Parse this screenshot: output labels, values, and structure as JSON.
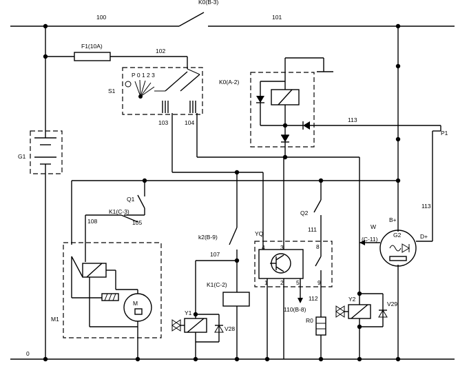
{
  "nets": {
    "n100": "100",
    "n101": "101",
    "n102": "102",
    "n103": "103",
    "n104": "104",
    "n105": "105",
    "n107": "107",
    "n108": "108",
    "n110": "110(B-8)",
    "n111": "111",
    "n112": "112",
    "n113a": "113",
    "n113b": "113",
    "n0": "0"
  },
  "components": {
    "k0_contact": "K0(B-3)",
    "fuse": "F1(10A)",
    "switch_s1": "S1",
    "s1_positions": "P 0 1 2 3",
    "relay_k0": "K0(A-2)",
    "battery": "G1",
    "q1": "Q1",
    "k1_contact": "K1(C-3)",
    "motor": "M1",
    "k2_contact": "k2(B-9)",
    "k1_coil": "K1(C-2)",
    "y1": "Y1",
    "v28": "V28",
    "yq": "YQ",
    "q2": "Q2",
    "r0": "R0",
    "y2": "Y2",
    "v29": "V29",
    "g2": "G2",
    "w": "W",
    "c11": "(C-11)",
    "b_plus": "B+",
    "d_plus": "D+",
    "p1": "P1"
  },
  "yq_pins": {
    "p1": "1",
    "p2": "2",
    "p3": "3",
    "p4": "4",
    "p5": "5",
    "p8": "8",
    "p9": "9"
  }
}
